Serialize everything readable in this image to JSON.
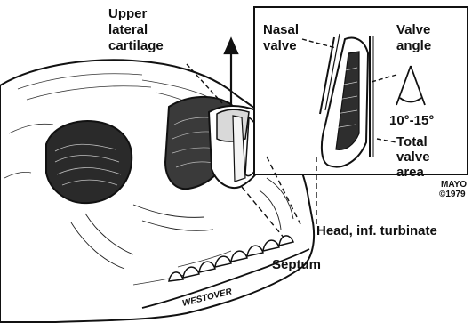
{
  "labels": {
    "upper_lateral_line1": "Upper",
    "upper_lateral_line2": "lateral",
    "upper_lateral_line3": "cartilage",
    "nasal_valve_line1": "Nasal",
    "nasal_valve_line2": "valve",
    "valve_angle_line1": "Valve",
    "valve_angle_line2": "angle",
    "angle_value": "10°-15°",
    "total_valve_line1": "Total",
    "total_valve_line2": "valve",
    "total_valve_line3": "area",
    "head_turbinate": "Head, inf. turbinate",
    "septum": "Septum",
    "credit_line1": "MAYO",
    "credit_line2": "©1979",
    "signature": "WESTOVER"
  },
  "colors": {
    "ink": "#111111",
    "paper": "#ffffff",
    "shade": "#2a2a2a"
  }
}
